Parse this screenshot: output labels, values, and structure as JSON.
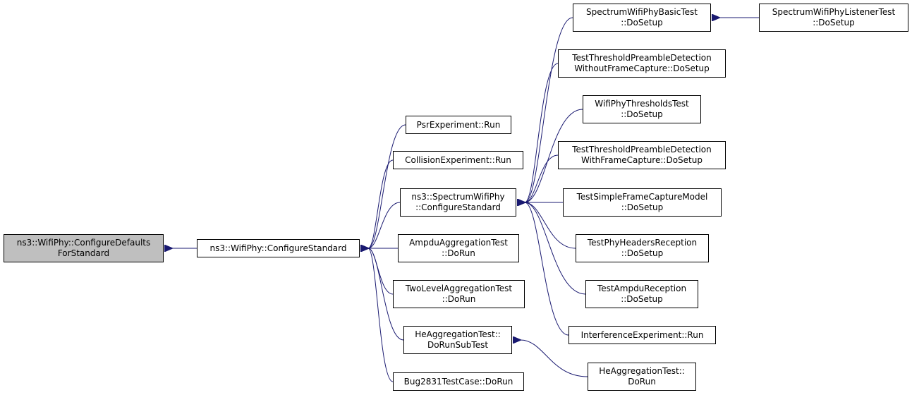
{
  "colors": {
    "edge": "#191970",
    "root_fill": "#bfbfbf",
    "node_fill": "#ffffff",
    "node_border": "#000000"
  },
  "nodes": {
    "root": {
      "lines": [
        "ns3::WifiPhy::ConfigureDefaults",
        "ForStandard"
      ]
    },
    "configure_standard": {
      "lines": [
        "ns3::WifiPhy::ConfigureStandard"
      ]
    },
    "psr_experiment_run": {
      "lines": [
        "PsrExperiment::Run"
      ]
    },
    "collision_experiment_run": {
      "lines": [
        "CollisionExperiment::Run"
      ]
    },
    "spectrum_configure_standard": {
      "lines": [
        "ns3::SpectrumWifiPhy",
        "::ConfigureStandard"
      ]
    },
    "ampdu_aggregation_test": {
      "lines": [
        "AmpduAggregationTest",
        "::DoRun"
      ]
    },
    "two_level_aggregation_test": {
      "lines": [
        "TwoLevelAggregationTest",
        "::DoRun"
      ]
    },
    "he_aggregation_run_subtest": {
      "lines": [
        "HeAggregationTest::",
        "DoRunSubTest"
      ]
    },
    "bug2831_test_case": {
      "lines": [
        "Bug2831TestCase::DoRun"
      ]
    },
    "spectrum_basic_test": {
      "lines": [
        "SpectrumWifiPhyBasicTest",
        "::DoSetup"
      ]
    },
    "spectrum_listener_test": {
      "lines": [
        "SpectrumWifiPhyListenerTest",
        "::DoSetup"
      ]
    },
    "threshold_without_capture": {
      "lines": [
        "TestThresholdPreambleDetection",
        "WithoutFrameCapture::DoSetup"
      ]
    },
    "wifiphy_thresholds_test": {
      "lines": [
        "WifiPhyThresholdsTest",
        "::DoSetup"
      ]
    },
    "threshold_with_capture": {
      "lines": [
        "TestThresholdPreambleDetection",
        "WithFrameCapture::DoSetup"
      ]
    },
    "simple_frame_capture": {
      "lines": [
        "TestSimpleFrameCaptureModel",
        "::DoSetup"
      ]
    },
    "phy_headers_reception": {
      "lines": [
        "TestPhyHeadersReception",
        "::DoSetup"
      ]
    },
    "ampdu_reception": {
      "lines": [
        "TestAmpduReception",
        "::DoSetup"
      ]
    },
    "interference_experiment": {
      "lines": [
        "InterferenceExperiment::Run"
      ]
    },
    "he_aggregation_run": {
      "lines": [
        "HeAggregationTest::",
        "DoRun"
      ]
    }
  },
  "edges": [
    {
      "from": "configure_standard",
      "to": "root"
    },
    {
      "from": "psr_experiment_run",
      "to": "configure_standard"
    },
    {
      "from": "collision_experiment_run",
      "to": "configure_standard"
    },
    {
      "from": "spectrum_configure_standard",
      "to": "configure_standard"
    },
    {
      "from": "ampdu_aggregation_test",
      "to": "configure_standard"
    },
    {
      "from": "two_level_aggregation_test",
      "to": "configure_standard"
    },
    {
      "from": "he_aggregation_run_subtest",
      "to": "configure_standard"
    },
    {
      "from": "bug2831_test_case",
      "to": "configure_standard"
    },
    {
      "from": "spectrum_basic_test",
      "to": "spectrum_configure_standard"
    },
    {
      "from": "threshold_without_capture",
      "to": "spectrum_configure_standard"
    },
    {
      "from": "wifiphy_thresholds_test",
      "to": "spectrum_configure_standard"
    },
    {
      "from": "threshold_with_capture",
      "to": "spectrum_configure_standard"
    },
    {
      "from": "simple_frame_capture",
      "to": "spectrum_configure_standard"
    },
    {
      "from": "phy_headers_reception",
      "to": "spectrum_configure_standard"
    },
    {
      "from": "ampdu_reception",
      "to": "spectrum_configure_standard"
    },
    {
      "from": "interference_experiment",
      "to": "spectrum_configure_standard"
    },
    {
      "from": "spectrum_listener_test",
      "to": "spectrum_basic_test"
    },
    {
      "from": "he_aggregation_run",
      "to": "he_aggregation_run_subtest"
    }
  ]
}
